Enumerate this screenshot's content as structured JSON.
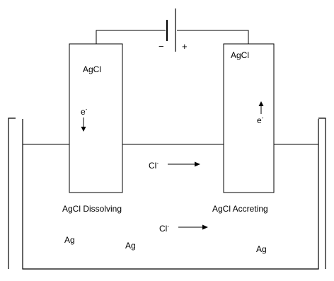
{
  "battery": {
    "negative_sign": "−",
    "positive_sign": "+"
  },
  "electrodes": {
    "left": {
      "material_label": "AgCl",
      "electron_label": "e",
      "electron_superscript": "-",
      "caption": "AgCl Dissolving"
    },
    "right": {
      "material_label": "AgCl",
      "electron_label": "e",
      "electron_superscript": "-",
      "caption": "AgCl Accreting"
    }
  },
  "solution": {
    "ion_upper": {
      "label": "Cl",
      "superscript": "-"
    },
    "ion_lower": {
      "label": "Cl",
      "superscript": "-"
    },
    "silver_labels": [
      "Ag",
      "Ag",
      "Ag"
    ]
  }
}
